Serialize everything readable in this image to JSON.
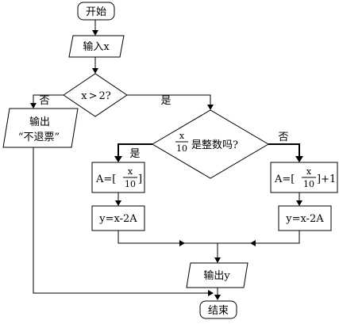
{
  "start": "开始",
  "input": "输入x",
  "decision1": {
    "left": "x",
    "op": ">",
    "right": "2?"
  },
  "branch1": {
    "no": "否",
    "yes": "是"
  },
  "output_left": {
    "line1": "输出",
    "line2": "“不退票”"
  },
  "decision2": {
    "numerator": "x",
    "denominator": "10",
    "suffix": "是整数吗?"
  },
  "branch2": {
    "yes": "是",
    "no": "否"
  },
  "assign_left": {
    "prefix": "A=[",
    "numerator": "x",
    "denominator": "10",
    "suffix": "]"
  },
  "assign_right": {
    "prefix": "A=[",
    "numerator": "x",
    "denominator": "10",
    "suffix": "]+1"
  },
  "calc_left": "y=x-2A",
  "calc_right": "y=x-2A",
  "output_y": "输出y",
  "end": "结束"
}
